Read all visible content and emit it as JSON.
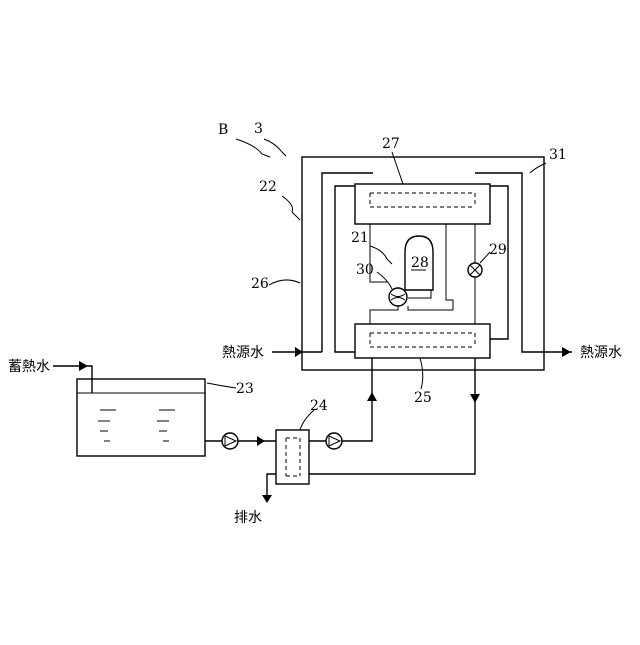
{
  "labels": {
    "B": "B",
    "n3": "3",
    "n22": "22",
    "n27": "27",
    "n31": "31",
    "n21": "21",
    "n28": "28",
    "n29": "29",
    "n30": "30",
    "n26": "26",
    "n23": "23",
    "n24": "24",
    "n25": "25",
    "heat_source_water_in": "熱源水",
    "heat_source_water_out": "熱源水",
    "stored_hot_water": "蓄熱水",
    "drain": "排水"
  }
}
